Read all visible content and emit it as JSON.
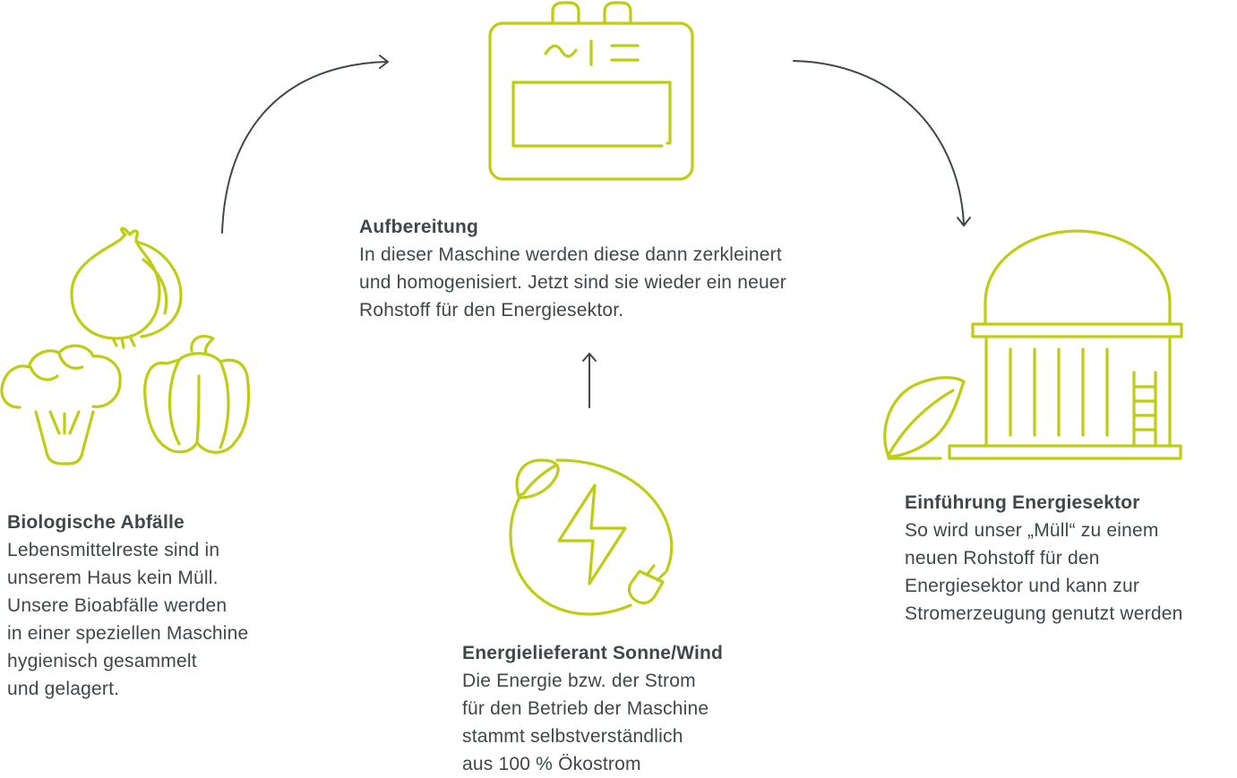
{
  "steps": {
    "bio": {
      "title": "Biologische Abfälle",
      "text": "Lebensmittelreste sind in\nunserem Haus kein Müll.\nUnsere Bioabfälle werden\nin einer speziellen Maschine\nhygienisch gesammelt\nund gelagert."
    },
    "aufbereitung": {
      "title": "Aufbereitung",
      "text": "In dieser Maschine werden diese dann zerkleinert\nund homogenisiert. Jetzt sind sie wieder ein neuer\nRohstoff für den Energiesektor."
    },
    "energie": {
      "title": "Energielieferant Sonne/Wind",
      "text": "Die Energie bzw. der Strom\nfür den Betrieb der Maschine\nstammt selbstverständlich\naus 100 % Ökostrom"
    },
    "einfuehrung": {
      "title": "Einführung Energiesektor",
      "text": "So wird unser „Müll“ zu einem\nneuen Rohstoff für den\nEnergiesektor und kann zur\nStromerzeugung genutzt werden"
    }
  },
  "icons": {
    "vegetables": "vegetables-icon",
    "machine": "machine-icon",
    "energy": "lightning-plug-icon",
    "biogas": "biogas-plant-icon"
  },
  "colors": {
    "icon_green": "#bfcd12",
    "text_dark": "#3f474b"
  }
}
